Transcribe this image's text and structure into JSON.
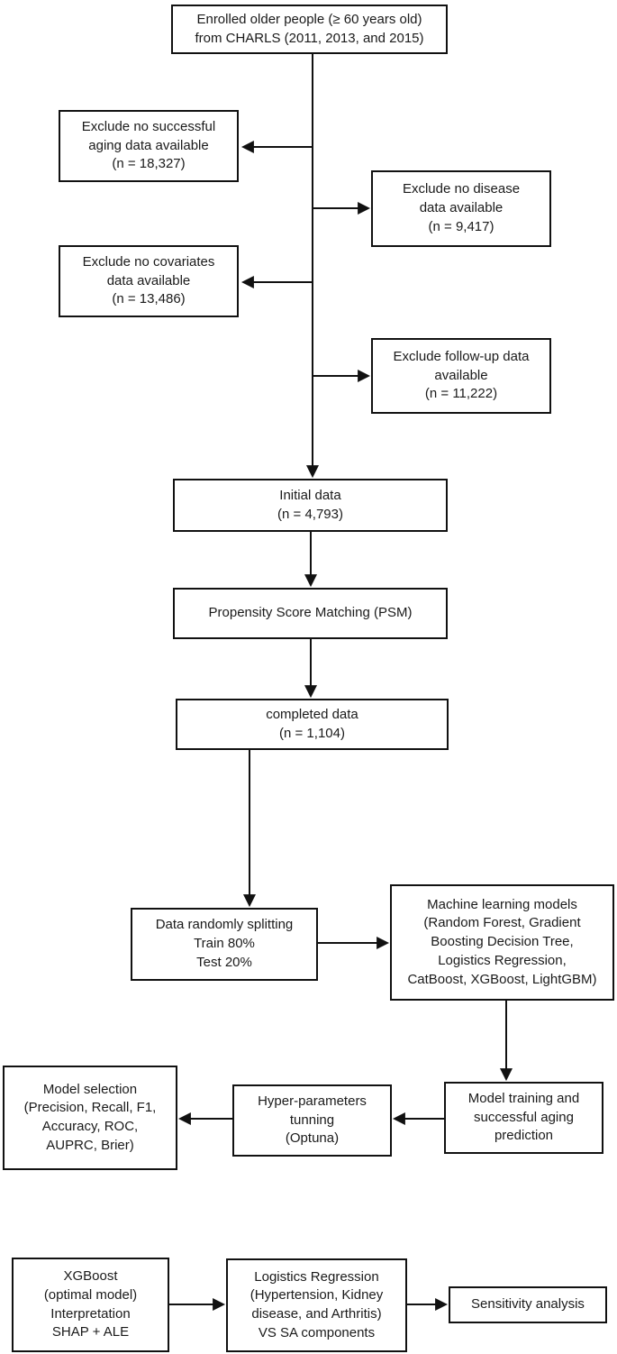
{
  "nodes": {
    "enrolled": {
      "text": "Enrolled older people (≥ 60 years old)\nfrom CHARLS (2011, 2013, and 2015)"
    },
    "exclude_sa": {
      "text": "Exclude no successful\naging data available\n(n = 18,327)"
    },
    "exclude_disease": {
      "text": "Exclude no disease\ndata available\n(n = 9,417)"
    },
    "exclude_covariates": {
      "text": "Exclude no covariates\ndata available\n(n = 13,486)"
    },
    "exclude_followup": {
      "text": "Exclude follow-up data\navailable\n(n = 11,222)"
    },
    "initial": {
      "text": "Initial data\n(n = 4,793)"
    },
    "psm": {
      "text": "Propensity Score Matching (PSM)"
    },
    "completed": {
      "text": "completed data\n(n = 1,104)"
    },
    "split": {
      "text": "Data randomly splitting\nTrain 80%\nTest 20%"
    },
    "ml_models": {
      "text": "Machine learning models\n(Random Forest, Gradient\nBoosting Decision Tree,\nLogistics Regression,\nCatBoost, XGBoost, LightGBM)"
    },
    "training": {
      "text": "Model training and\nsuccessful aging\nprediction"
    },
    "hyper": {
      "text": "Hyper-parameters\ntunning\n(Optuna)"
    },
    "selection": {
      "text": "Model selection\n(Precision, Recall, F1,\nAccuracy, ROC,\nAUPRC, Brier)"
    },
    "xgboost": {
      "text": "XGBoost\n(optimal model)\nInterpretation\nSHAP + ALE"
    },
    "logistics": {
      "text": "Logistics Regression\n(Hypertension, Kidney\ndisease, and Arthritis)\nVS SA components"
    },
    "sensitivity": {
      "text": "Sensitivity analysis"
    }
  },
  "edges": [
    {
      "from": "enrolled",
      "to": "initial"
    },
    {
      "from": "enrolled",
      "to": "exclude_sa"
    },
    {
      "from": "enrolled",
      "to": "exclude_disease"
    },
    {
      "from": "enrolled",
      "to": "exclude_covariates"
    },
    {
      "from": "enrolled",
      "to": "exclude_followup"
    },
    {
      "from": "initial",
      "to": "psm"
    },
    {
      "from": "psm",
      "to": "completed"
    },
    {
      "from": "completed",
      "to": "split"
    },
    {
      "from": "split",
      "to": "ml_models"
    },
    {
      "from": "ml_models",
      "to": "training"
    },
    {
      "from": "training",
      "to": "hyper"
    },
    {
      "from": "hyper",
      "to": "selection"
    },
    {
      "from": "xgboost",
      "to": "logistics"
    },
    {
      "from": "logistics",
      "to": "sensitivity"
    }
  ],
  "colors": {
    "line": "#111111",
    "background": "#ffffff",
    "text": "#1a1a1a"
  }
}
